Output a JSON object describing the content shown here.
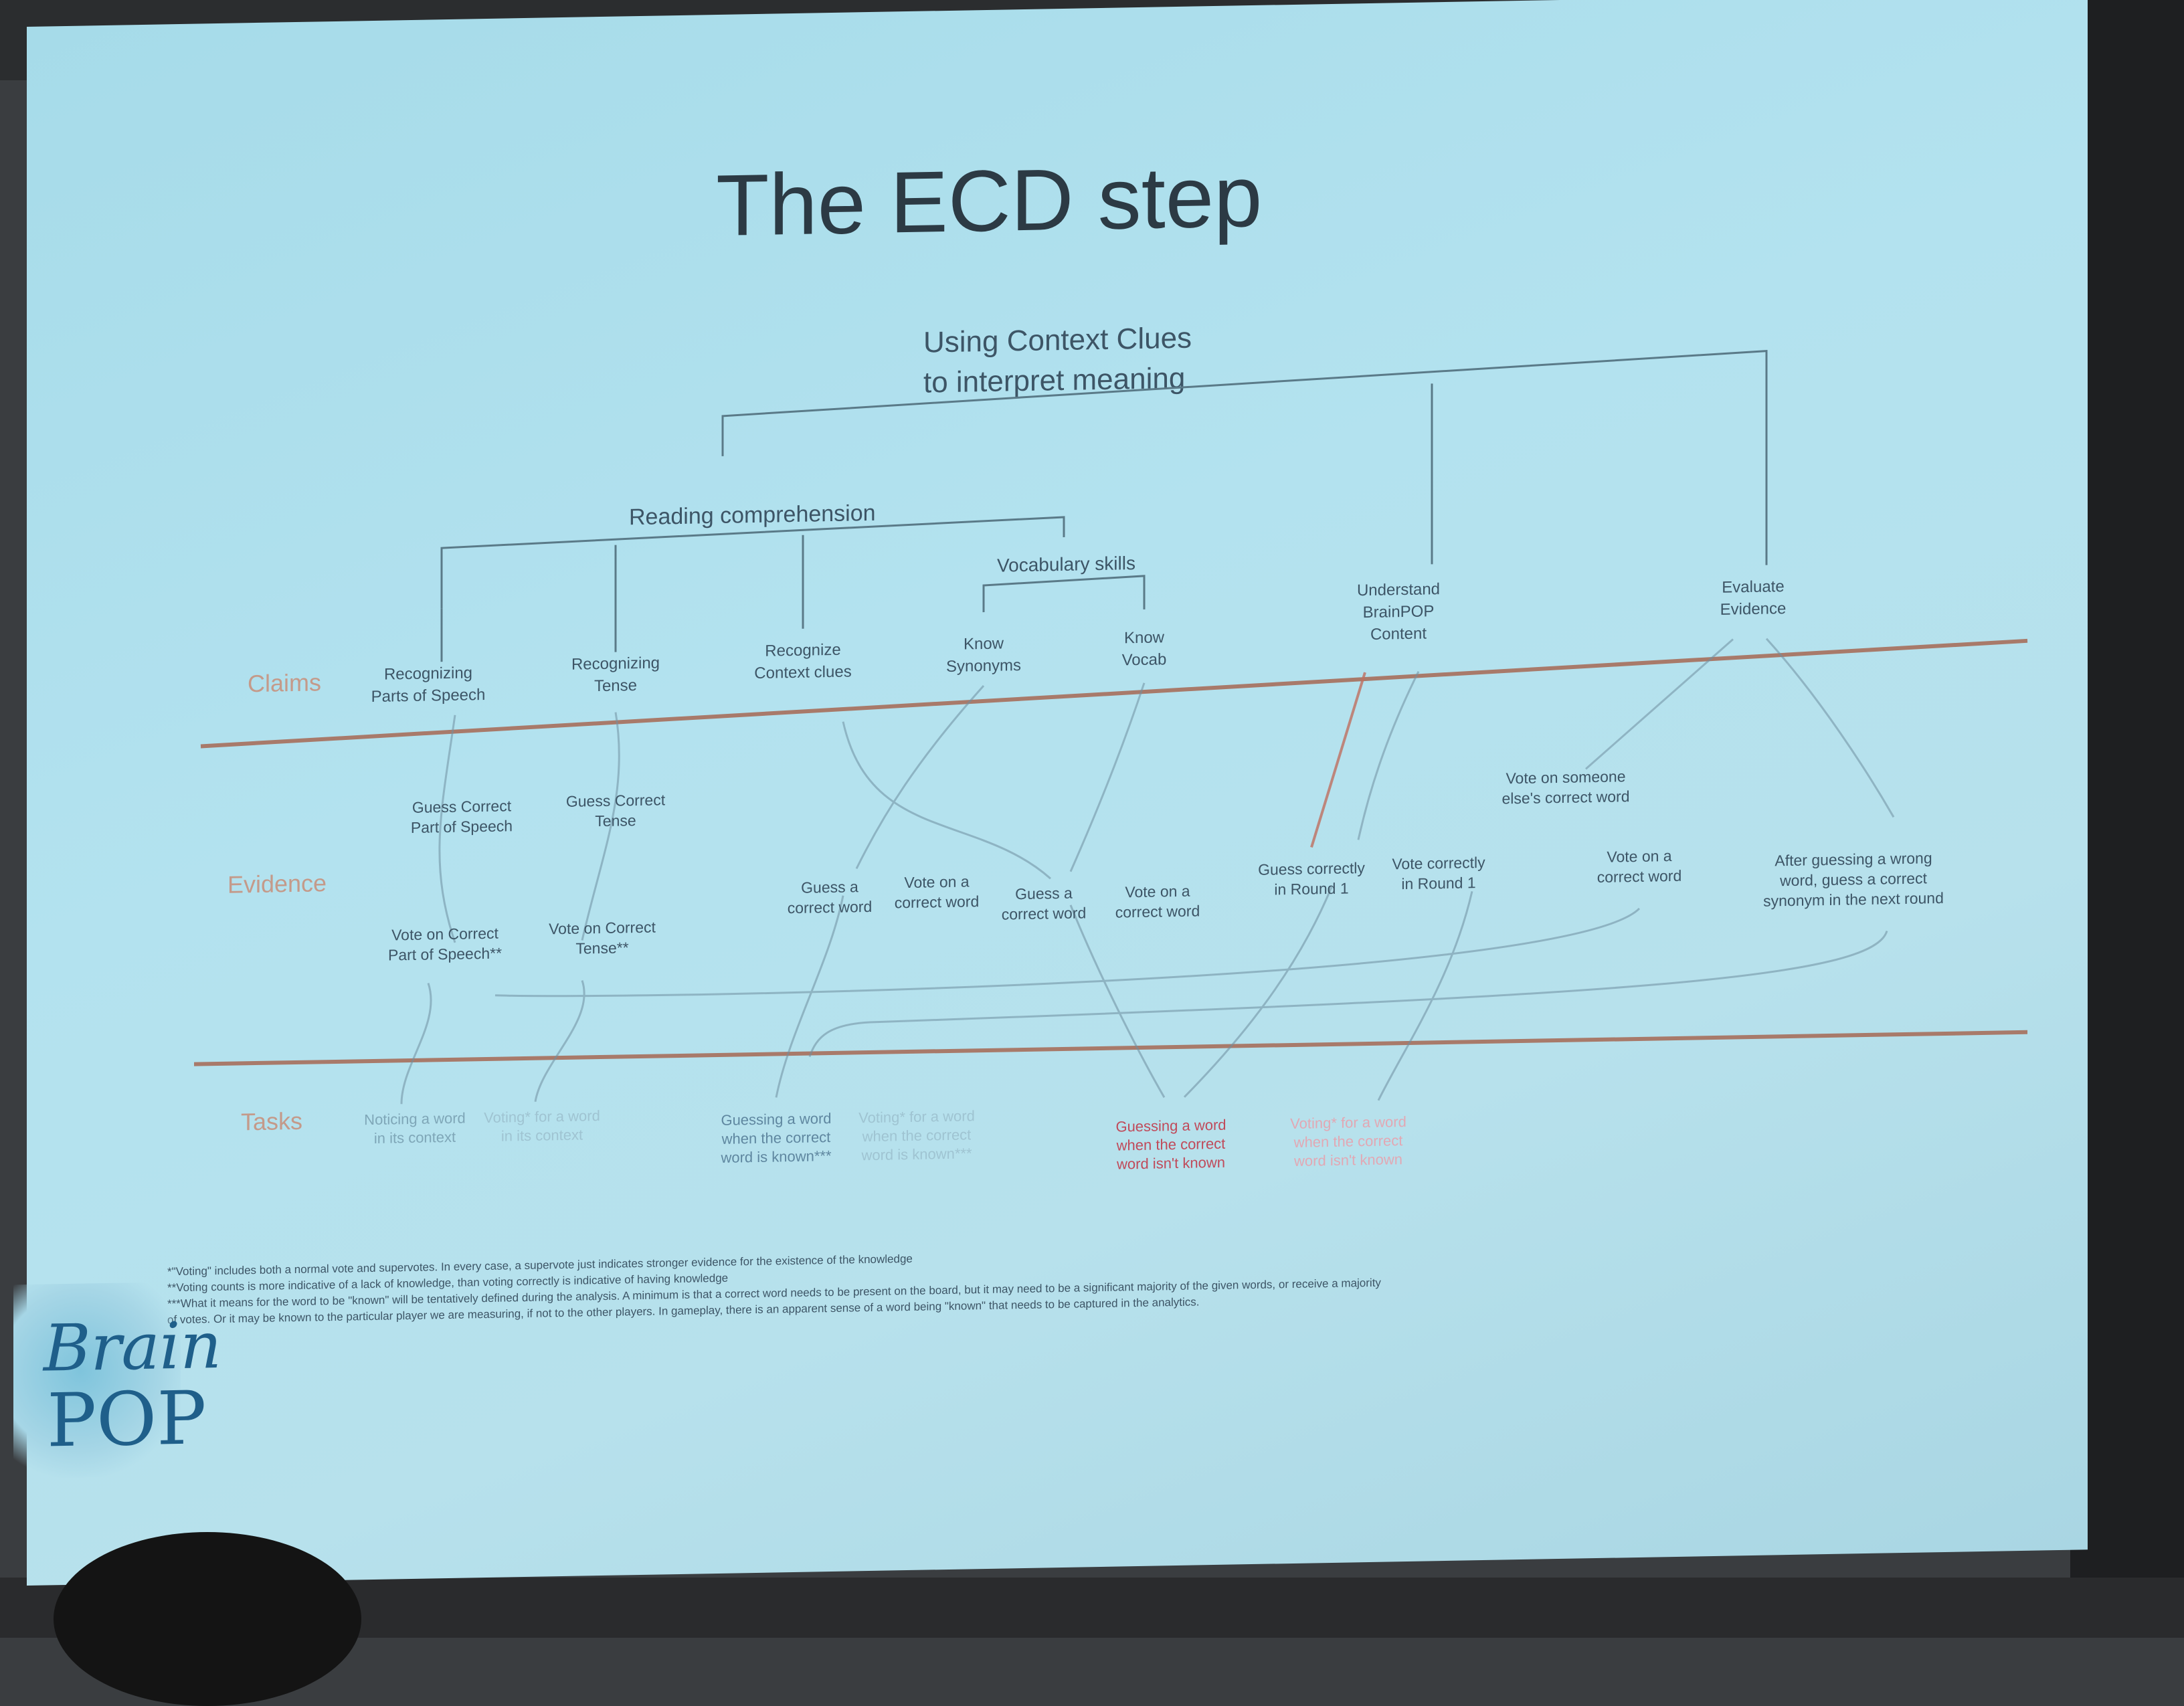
{
  "slide": {
    "title": "The ECD step",
    "root": {
      "line1": "Using Context Clues",
      "line2": "to interpret meaning"
    },
    "reading": "Reading comprehension",
    "vocab": "Vocabulary skills",
    "rows": {
      "claims": "Claims",
      "evidence": "Evidence",
      "tasks": "Tasks"
    },
    "claims": [
      {
        "l1": "Recognizing",
        "l2": "Parts of Speech"
      },
      {
        "l1": "Recognizing",
        "l2": "Tense"
      },
      {
        "l1": "Recognize",
        "l2": "Context clues"
      },
      {
        "l1": "Know",
        "l2": "Synonyms"
      },
      {
        "l1": "Know",
        "l2": "Vocab"
      },
      {
        "l1": "Understand",
        "l2": "BrainPOP",
        "l3": "Content"
      },
      {
        "l1": "Evaluate",
        "l2": "Evidence"
      }
    ],
    "evidence": [
      {
        "l1": "Guess Correct",
        "l2": "Part of Speech"
      },
      {
        "l1": "Guess Correct",
        "l2": "Tense"
      },
      {
        "l1": "Vote on Correct",
        "l2": "Part of Speech**"
      },
      {
        "l1": "Vote on Correct",
        "l2": "Tense**"
      },
      {
        "l1": "Guess a",
        "l2": "correct word"
      },
      {
        "l1": "Vote on a",
        "l2": "correct word"
      },
      {
        "l1": "Guess a",
        "l2": "correct word"
      },
      {
        "l1": "Vote on a",
        "l2": "correct word"
      },
      {
        "l1": "Guess correctly",
        "l2": "in Round 1"
      },
      {
        "l1": "Vote correctly",
        "l2": "in Round 1"
      },
      {
        "l1": "Vote on someone",
        "l2": "else's correct word"
      },
      {
        "l1": "Vote on a",
        "l2": "correct word"
      },
      {
        "l1": "After guessing a wrong",
        "l2": "word, guess a correct",
        "l3": "synonym in the next round"
      }
    ],
    "tasks": [
      {
        "l1": "Noticing a word",
        "l2": "in its context"
      },
      {
        "l1": "Voting* for a word",
        "l2": "in its context"
      },
      {
        "l1": "Guessing a word",
        "l2": "when the correct",
        "l3": "word is known***"
      },
      {
        "l1": "Voting* for a word",
        "l2": "when the correct",
        "l3": "word is known***"
      },
      {
        "l1": "Guessing a word",
        "l2": "when the correct",
        "l3": "word isn't known"
      },
      {
        "l1": "Voting* for a word",
        "l2": "when the correct",
        "l3": "word isn't known"
      }
    ],
    "footnotes": [
      "*\"Voting\" includes both a normal vote and supervotes. In every case, a supervote just indicates stronger evidence for the existence of the knowledge",
      "**Voting counts is more indicative of a lack of knowledge, than voting correctly is indicative of having knowledge",
      "***What it means for the word to be \"known\" will be tentatively defined during the analysis. A minimum is that a correct word needs to be present on the board, but it may need to be a significant majority of the given words, or receive a majority",
      "of votes. Or it may be known to the particular player we are measuring, if not to the other players. In gameplay, there is an apparent sense of a word being \"known\" that needs to be captured in the analytics."
    ]
  },
  "logo": {
    "line1": "Brain",
    "line2": "POP"
  },
  "colors": {
    "slide_bg": "#b3e2ef",
    "title": "#2c3a44",
    "line": "#4a6a7a",
    "divider": "#a87a6a",
    "task_red": "#c04a5a"
  }
}
